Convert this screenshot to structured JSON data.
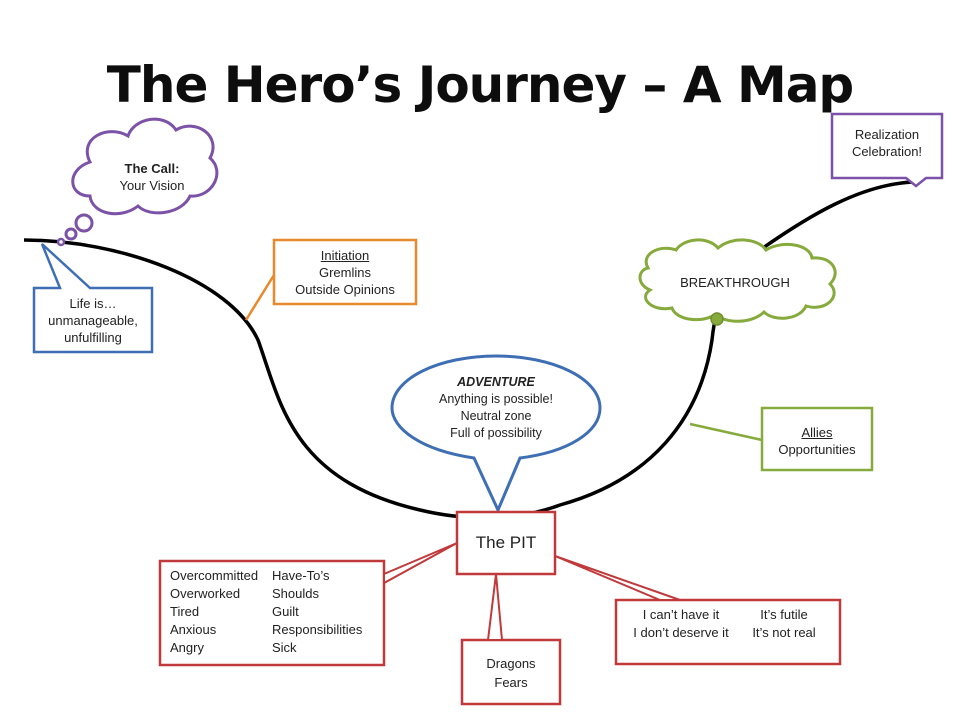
{
  "title": "The Hero’s Journey – A Map",
  "colors": {
    "path": "#000000",
    "purple": "#7b52a8",
    "blue": "#3e6fb5",
    "orange": "#e8892e",
    "green": "#86aa3c",
    "red": "#c0393b"
  },
  "nodes": {
    "call": {
      "line1": "The Call:",
      "line2": "Your Vision"
    },
    "life": {
      "line1": "Life is…",
      "line2": "unmanageable,",
      "line3": "unfulfilling"
    },
    "initiation": {
      "heading": "Initiation",
      "line1": "Gremlins",
      "line2": "Outside Opinions"
    },
    "adventure": {
      "heading": "ADVENTURE",
      "line1": "Anything is possible!",
      "line2": "Neutral zone",
      "line3": "Full of possibility"
    },
    "breakthrough": {
      "label": "BREAKTHROUGH"
    },
    "realization": {
      "line1": "Realization",
      "line2": "Celebration!"
    },
    "allies": {
      "heading": "Allies",
      "line1": "Opportunities"
    },
    "pit": {
      "label": "The PIT"
    },
    "burdens": {
      "left": [
        "Overcommitted",
        "Overworked",
        "Tired",
        "Anxious",
        "Angry"
      ],
      "right": [
        "Have-To’s",
        "Shoulds",
        "Guilt",
        "Responsibilities",
        "Sick"
      ]
    },
    "dragons": {
      "line1": "Dragons",
      "line2": "Fears"
    },
    "beliefs": {
      "left": [
        "I can’t have it",
        "I don’t deserve it"
      ],
      "right": [
        "It’s futile",
        "It’s not real"
      ]
    }
  }
}
